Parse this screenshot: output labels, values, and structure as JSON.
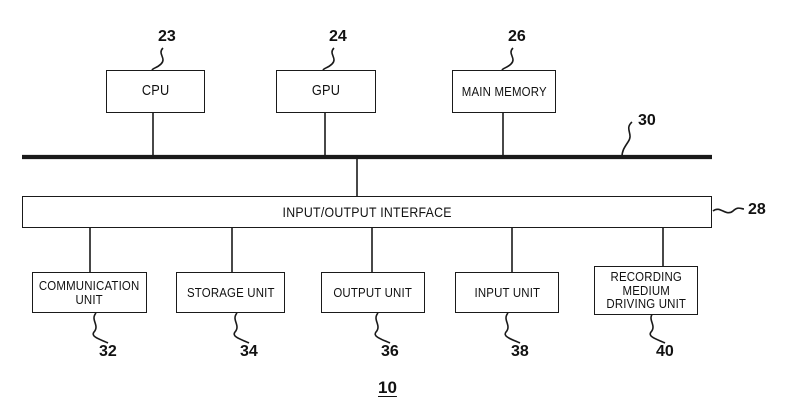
{
  "figure": {
    "number": "10",
    "bus": {
      "ref": "30"
    },
    "io_interface": {
      "label": "INPUT/OUTPUT INTERFACE",
      "ref": "28"
    },
    "top_units": [
      {
        "name": "cpu",
        "label": "CPU",
        "ref": "23"
      },
      {
        "name": "gpu",
        "label": "GPU",
        "ref": "24"
      },
      {
        "name": "main-memory",
        "label": "MAIN MEMORY",
        "ref": "26"
      }
    ],
    "bottom_units": [
      {
        "name": "communication-unit",
        "label": "COMMUNICATION\nUNIT",
        "ref": "32"
      },
      {
        "name": "storage-unit",
        "label": "STORAGE UNIT",
        "ref": "34"
      },
      {
        "name": "output-unit",
        "label": "OUTPUT UNIT",
        "ref": "36"
      },
      {
        "name": "input-unit",
        "label": "INPUT UNIT",
        "ref": "38"
      },
      {
        "name": "recording-medium-driving-unit",
        "label": "RECORDING\nMEDIUM\nDRIVING UNIT",
        "ref": "40"
      }
    ],
    "colors": {
      "line": "#1a1a1a",
      "background": "#ffffff"
    }
  }
}
